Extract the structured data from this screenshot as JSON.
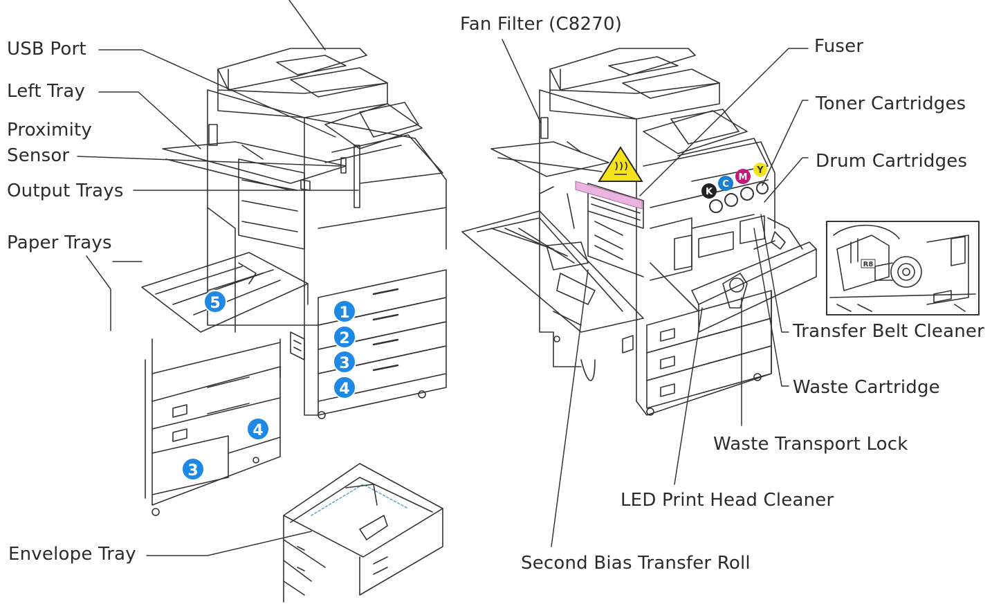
{
  "labels": {
    "usb_port": "USB Port",
    "left_tray": "Left Tray",
    "proximity_sensor_line1": "Proximity",
    "proximity_sensor_line2": "Sensor",
    "output_trays": "Output Trays",
    "paper_trays": "Paper Trays",
    "envelope_tray": "Envelope Tray",
    "fan_filter": "Fan Filter (C8270)",
    "fuser": "Fuser",
    "toner_cartridges": "Toner Cartridges",
    "drum_cartridges": "Drum Cartridges",
    "transfer_belt_cleaner": "Transfer Belt Cleaner",
    "waste_cartridge": "Waste Cartridge",
    "waste_transport_lock": "Waste Transport Lock",
    "led_print_head_cleaner": "LED Print Head Cleaner",
    "second_bias_transfer_roll": "Second Bias Transfer Roll"
  },
  "tray_numbers": {
    "bypass": "5",
    "tray1": "1",
    "tray2": "2",
    "tray3": "3",
    "tray4": "4",
    "hcf_tray3": "3",
    "hcf_tray4": "4"
  },
  "toner_letters": {
    "k": "K",
    "c": "C",
    "m": "M",
    "y": "Y"
  },
  "inset_tag": "R8",
  "colors": {
    "badge_blue": "#1e88e5",
    "line": "#333333",
    "warning_yellow": "#f6e21a",
    "toner_black": "#222222",
    "toner_cyan": "#1b7fd1",
    "toner_magenta": "#c2187a",
    "toner_yellow": "#f2e51b",
    "fuser_pink": "#e9b4de"
  }
}
